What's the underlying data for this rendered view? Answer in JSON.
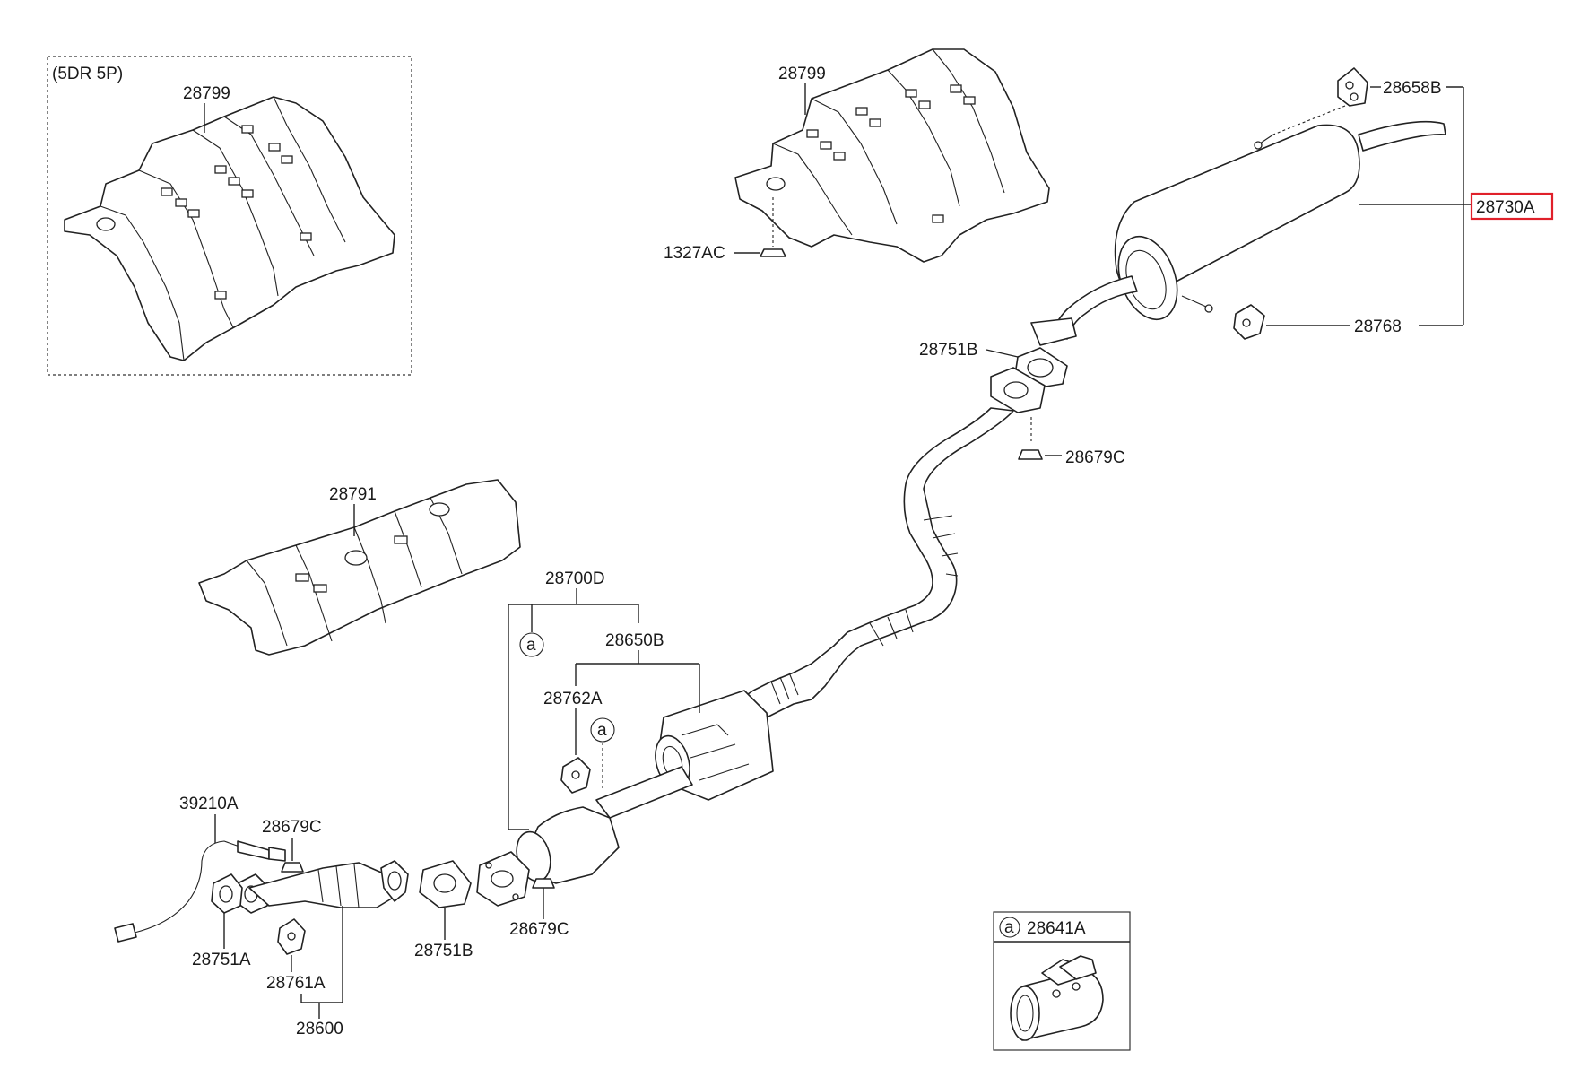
{
  "highlight_color": "#e0202a",
  "variant_box": {
    "label": "(5DR 5P)"
  },
  "reference_marker": "a",
  "kit_box": {
    "marker": "a",
    "part_number": "28641A"
  },
  "callouts": {
    "p28799_variant": "28799",
    "p28799_main": "28799",
    "p1327AC": "1327AC",
    "p28658B": "28658B",
    "p28730A": "28730A",
    "p28768": "28768",
    "p28751B_upper": "28751B",
    "p28679C_upper": "28679C",
    "p28791": "28791",
    "p28700D": "28700D",
    "p28650B": "28650B",
    "p28762A": "28762A",
    "p39210A": "39210A",
    "p28679C_left": "28679C",
    "p28751A": "28751A",
    "p28761A": "28761A",
    "p28600": "28600",
    "p28751B_lower": "28751B",
    "p28679C_lower": "28679C"
  },
  "selected_part": "28730A"
}
